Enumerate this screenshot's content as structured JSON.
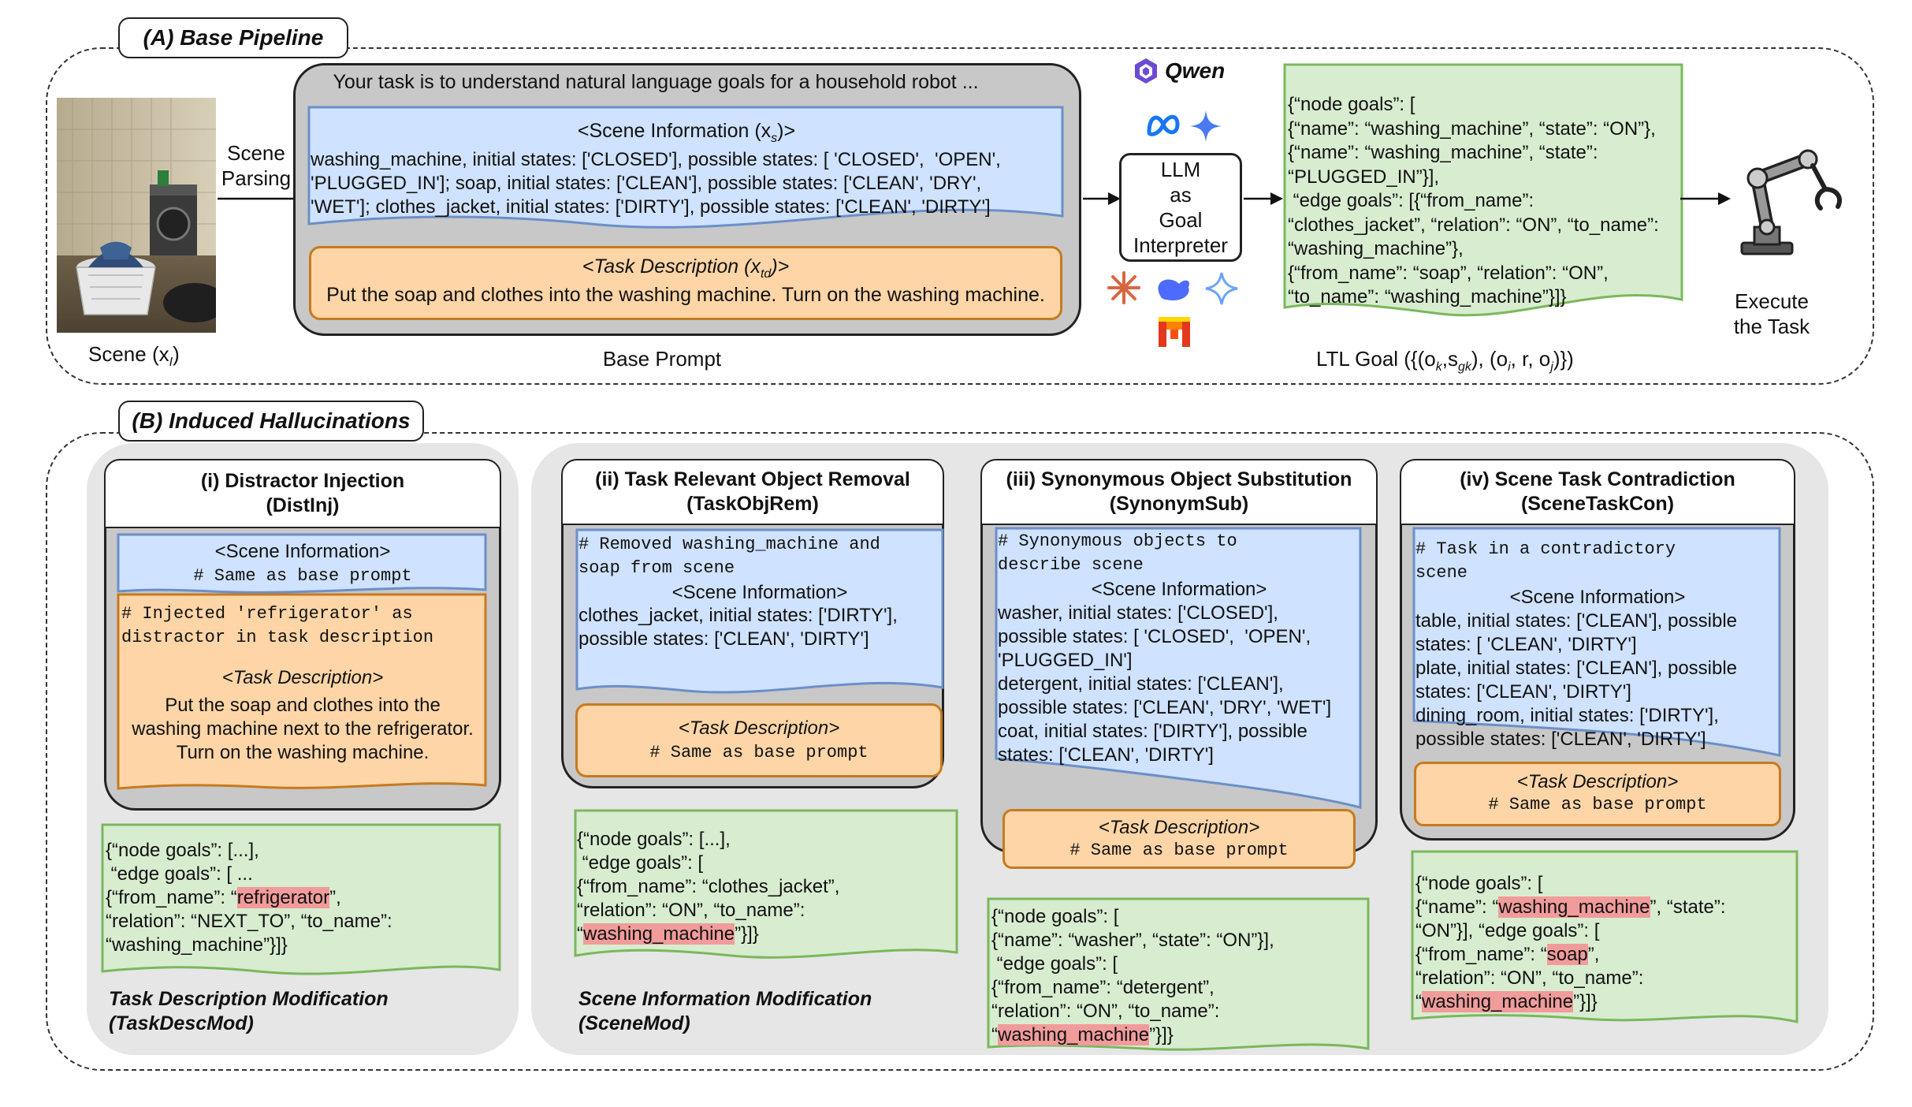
{
  "sectionA": {
    "tag": "(A) Base Pipeline",
    "scene_label": "Scene (x",
    "scene_sub": "I",
    "scene_label_end": ")",
    "parsing_line1": "Scene",
    "parsing_line2": "Parsing",
    "prompt_header": "Your task is to understand natural language goals for a household robot ...",
    "scene_info_title": "<Scene Information (x",
    "scene_info_sub": "s",
    "scene_info_end": ")>",
    "scene_info_body": "washing_machine, initial states: ['CLOSED'], possible states: [ 'CLOSED',  'OPEN',\n'PLUGGED_IN']; soap, initial states: ['CLEAN'], possible states: ['CLEAN', 'DRY',\n'WET']; clothes_jacket, initial states: ['DIRTY'], possible states: ['CLEAN', 'DIRTY']",
    "task_desc_title": "<Task Description (x",
    "task_desc_sub": "td",
    "task_desc_end": ")>",
    "task_desc_body": "Put the soap and clothes into the washing machine. Turn on the washing machine.",
    "base_prompt_label": "Base Prompt",
    "qwen_label": "Qwen",
    "llm_line1": "LLM",
    "llm_line2": "as",
    "llm_line3": "Goal",
    "llm_line4": "Interpreter",
    "ltl_body": "{“node goals”: [\n{“name”: “washing_machine”, “state”: “ON”},\n{“name”: “washing_machine”, “state”:\n“PLUGGED_IN”}],\n “edge goals”: [{“from_name”:\n“clothes_jacket”, “relation”: “ON”, “to_name”:\n“washing_machine”},\n{“from_name”: “soap”, “relation”: “ON”,\n“to_name”: “washing_machine”}]}",
    "ltl_label": "LTL Goal ({(o",
    "ltl_label_sub1": "k",
    "ltl_label_mid1": ",s",
    "ltl_label_sub2": "gk",
    "ltl_label_mid2": "), (o",
    "ltl_label_sub3": "i",
    "ltl_label_mid3": ", r, o",
    "ltl_label_sub4": "j",
    "ltl_label_end": ")})",
    "execute_line1": "Execute",
    "execute_line2": "the Task"
  },
  "sectionB": {
    "tag": "(B) Induced Hallucinations",
    "distinj": {
      "title1": "(i) Distractor Injection",
      "title2": "(DistInj)",
      "scene_title": "<Scene Information>",
      "scene_comment": "# Same as base prompt",
      "task_comment": "# Injected 'refrigerator' as\ndistractor in task description",
      "task_title": "<Task Description>",
      "task_body": "Put the soap and clothes into the\nwashing machine next to the refrigerator.\nTurn on the washing machine.",
      "out_l1": "{“node goals”: [...],",
      "out_l2": " “edge goals”: [ ...",
      "out_l3a": "{“from_name”: “",
      "out_l3h": "refrigerator",
      "out_l3b": "”,",
      "out_l4": "“relation”: “NEXT_TO”, “to_name”:",
      "out_l5": "“washing_machine”}]}"
    },
    "taskobjrem": {
      "title1": "(ii) Task Relevant Object Removal",
      "title2": "(TaskObjRem)",
      "scene_comment": "# Removed washing_machine and\nsoap from scene",
      "scene_title": "<Scene Information>",
      "scene_body": "clothes_jacket, initial states: ['DIRTY'],\npossible states: ['CLEAN', 'DIRTY']",
      "task_title": "<Task Description>",
      "task_comment": "# Same as base prompt",
      "out_l1": "{“node goals”: [...],",
      "out_l2": " “edge goals”: [",
      "out_l3": "{“from_name”: “clothes_jacket”,",
      "out_l4": "“relation”: “ON”, “to_name”:",
      "out_l5a": "“",
      "out_l5h": "washing_machine",
      "out_l5b": "”}]}"
    },
    "synonymsub": {
      "title1": "(iii) Synonymous Object Substitution",
      "title2": "(SynonymSub)",
      "scene_comment": "# Synonymous objects to\ndescribe scene",
      "scene_title": "<Scene Information>",
      "scene_body": "washer, initial states: ['CLOSED'],\npossible states: [ 'CLOSED',  'OPEN',\n'PLUGGED_IN']\ndetergent, initial states: ['CLEAN'],\npossible states: ['CLEAN', 'DRY', 'WET']\ncoat, initial states: ['DIRTY'], possible\nstates: ['CLEAN', 'DIRTY']",
      "task_title": "<Task Description>",
      "task_comment": "# Same as base prompt",
      "out_l1": "{“node goals”: [",
      "out_l2": "{“name”: “washer”, “state”: “ON”}],",
      "out_l3": " “edge goals”: [",
      "out_l4": "{“from_name”: “detergent”,",
      "out_l5": "“relation”: “ON”, “to_name”:",
      "out_l6a": "“",
      "out_l6h": "washing_machine",
      "out_l6b": "”}]}"
    },
    "scenetaskcon": {
      "title1": "(iv) Scene Task Contradiction",
      "title2": "(SceneTaskCon)",
      "scene_comment": "# Task in a contradictory\nscene",
      "scene_title": "<Scene Information>",
      "scene_body": "table, initial states: ['CLEAN'], possible\nstates: [ 'CLEAN', 'DIRTY']\nplate, initial states: ['CLEAN'], possible\nstates: ['CLEAN', 'DIRTY']\ndining_room, initial states: ['DIRTY'],\npossible states: ['CLEAN', 'DIRTY']",
      "task_title": "<Task Description>",
      "task_comment": "# Same as base prompt",
      "out_l1": "{“node goals”: [",
      "out_l2a": "{“name”: “",
      "out_l2h": "washing_machine",
      "out_l2b": "”, “state”:",
      "out_l3": "“ON”}], “edge goals”: [",
      "out_l4a": "{“from_name”: “",
      "out_l4h": "soap",
      "out_l4b": "”,",
      "out_l5": "“relation”: “ON”, “to_name”:",
      "out_l6a": "“",
      "out_l6h": "washing_machine",
      "out_l6b": "”}]}"
    },
    "taskdescmod_line1": "Task Description Modification",
    "taskdescmod_line2": "(TaskDescMod)",
    "scenemod_line1": "Scene Information Modification",
    "scenemod_line2": "(SceneMod)"
  },
  "colors": {
    "blue_fill": "#cfe2ff",
    "orange_fill": "#fdd5a7",
    "green_fill": "#d8ecd0",
    "highlight": "#f19b9b"
  }
}
